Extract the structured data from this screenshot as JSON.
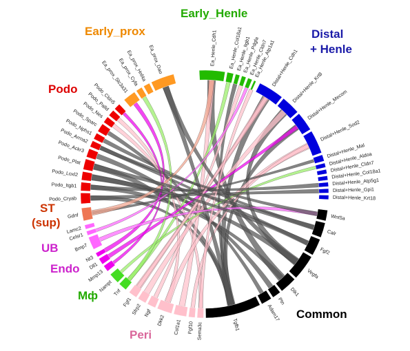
{
  "diagram": {
    "type": "chord",
    "groups": [
      {
        "key": "early_henle",
        "label": "Early_Henle",
        "color": "#22bb00",
        "label_color": "#22aa00"
      },
      {
        "key": "distal",
        "label": "Distal + Henle",
        "lines": [
          "Distal",
          "+ Henle"
        ],
        "color": "#0000dd",
        "label_color": "#1a1aa8"
      },
      {
        "key": "common",
        "label": "Common",
        "color": "#000000",
        "label_color": "#000000"
      },
      {
        "key": "peri",
        "label": "Peri",
        "color": "#ffc0cb",
        "label_color": "#d9669a"
      },
      {
        "key": "mf",
        "label": "Mф",
        "color": "#44dd22",
        "label_color": "#22aa00"
      },
      {
        "key": "endo",
        "label": "Endo",
        "color": "#ee00ee",
        "label_color": "#cc22cc"
      },
      {
        "key": "ub",
        "label": "UB",
        "color": "#ff66ff",
        "label_color": "#cc22cc"
      },
      {
        "key": "st",
        "label": "ST (sup)",
        "lines": [
          "ST",
          "(sup)"
        ],
        "color": "#ee7755",
        "label_color": "#cc3300"
      },
      {
        "key": "podo",
        "label": "Podo",
        "color": "#ee0000",
        "label_color": "#dd0000"
      },
      {
        "key": "early_prox",
        "label": "Early_prox",
        "color": "#ff9922",
        "label_color": "#ee8800"
      }
    ],
    "genes": [
      {
        "name": "Ea_Henle_Cdh1",
        "group": "early_henle"
      },
      {
        "name": "Ea_Henle_Col18a1",
        "group": "early_henle"
      },
      {
        "name": "Ea_Henle_Itgb1",
        "group": "early_henle"
      },
      {
        "name": "Ea_Henle_Pdgfa",
        "group": "early_henle"
      },
      {
        "name": "Ea_Henle_Cldn7",
        "group": "early_henle"
      },
      {
        "name": "Ea_Henle_Atp1a1",
        "group": "early_henle"
      },
      {
        "name": "Distal+Henle_Cdh1",
        "group": "distal"
      },
      {
        "name": "Distal+Henle_Krt8",
        "group": "distal"
      },
      {
        "name": "Distal+Henle_Mecom",
        "group": "distal"
      },
      {
        "name": "Distal+Henle_Sod2",
        "group": "distal"
      },
      {
        "name": "Distal+Henle_Mal",
        "group": "distal"
      },
      {
        "name": "Distal+Henle_Aldoa",
        "group": "distal"
      },
      {
        "name": "Distal+Henle_Cldn7",
        "group": "distal"
      },
      {
        "name": "Distal+Henle_Col18a1",
        "group": "distal"
      },
      {
        "name": "Distal+Henle_Atp5g1",
        "group": "distal"
      },
      {
        "name": "Distal+Henle_Gpi1",
        "group": "distal"
      },
      {
        "name": "Distal+Henle_Krt18",
        "group": "distal"
      },
      {
        "name": "Wnt5a",
        "group": "common"
      },
      {
        "name": "Calr",
        "group": "common"
      },
      {
        "name": "Fgf2",
        "group": "common"
      },
      {
        "name": "Vegfa",
        "group": "common"
      },
      {
        "name": "Dlk1",
        "group": "common"
      },
      {
        "name": "Ptn",
        "group": "common"
      },
      {
        "name": "Adam17",
        "group": "common"
      },
      {
        "name": "Tgfb1",
        "group": "common"
      },
      {
        "name": "Sema3c",
        "group": "peri"
      },
      {
        "name": "Fgf10",
        "group": "peri"
      },
      {
        "name": "Col1a1",
        "group": "peri"
      },
      {
        "name": "Dkk2",
        "group": "peri"
      },
      {
        "name": "Ngf",
        "group": "peri"
      },
      {
        "name": "Sfrp2",
        "group": "peri"
      },
      {
        "name": "Fgf1",
        "group": "peri"
      },
      {
        "name": "Tnf",
        "group": "mf"
      },
      {
        "name": "Nampt",
        "group": "mf"
      },
      {
        "name": "Mmp13",
        "group": "endo"
      },
      {
        "name": "Dll1",
        "group": "endo"
      },
      {
        "name": "Nt3",
        "group": "endo"
      },
      {
        "name": "Bmp7",
        "group": "ub"
      },
      {
        "name": "Celsr1",
        "group": "ub"
      },
      {
        "name": "Lamc2",
        "group": "ub"
      },
      {
        "name": "Gdnf",
        "group": "st"
      },
      {
        "name": "Podo_Cryab",
        "group": "podo"
      },
      {
        "name": "Podo_Itgb1",
        "group": "podo"
      },
      {
        "name": "Podo_Loxl2",
        "group": "podo"
      },
      {
        "name": "Podo_Plat",
        "group": "podo"
      },
      {
        "name": "Podo_Ackr3",
        "group": "podo"
      },
      {
        "name": "Podo_Arrna2",
        "group": "podo"
      },
      {
        "name": "Podo_Nphs1",
        "group": "podo"
      },
      {
        "name": "Podo_Sparc",
        "group": "podo"
      },
      {
        "name": "Podo_Nes",
        "group": "podo"
      },
      {
        "name": "Podo_Palld",
        "group": "podo"
      },
      {
        "name": "Podo_Cldn5",
        "group": "podo"
      },
      {
        "name": "Ea_prox_Slc3a31",
        "group": "early_prox"
      },
      {
        "name": "Ea_prox_Cyfa",
        "group": "early_prox"
      },
      {
        "name": "Ea_prox_Hnf4a",
        "group": "early_prox"
      },
      {
        "name": "Ea_prox_Dao",
        "group": "early_prox"
      }
    ]
  }
}
